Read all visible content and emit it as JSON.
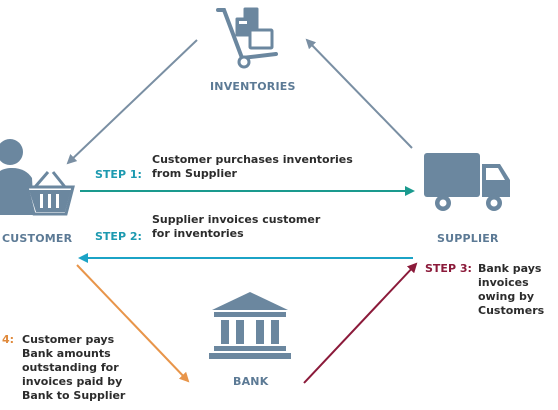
{
  "nodes": {
    "inventories": "INVENTORIES",
    "customer": "CUSTOMER",
    "supplier": "SUPPLIER",
    "bank": "BANK"
  },
  "steps": [
    {
      "tag": "STEP 1:",
      "text_lines": [
        "Customer purchases inventories",
        "from Supplier"
      ],
      "color": "#1d9ab0"
    },
    {
      "tag": "STEP 2:",
      "text_lines": [
        "Supplier invoices customer",
        "for inventories"
      ],
      "color": "#1d9ab0"
    },
    {
      "tag": "STEP 3:",
      "text_lines": [
        "Bank pays",
        "invoices",
        "owing by",
        "Customers"
      ],
      "color": "#8b1a3a"
    },
    {
      "tag": "4:",
      "text_lines": [
        "Customer pays",
        "Bank amounts",
        "outstanding for",
        "invoices paid by",
        "Bank to Supplier"
      ],
      "color": "#e08a3c"
    }
  ],
  "colors": {
    "icon": "#6b879f",
    "label": "#5c7a95",
    "flow_teal": "#1a9a8e",
    "flow_cyan": "#1ba3c6",
    "flow_gray": "#7a8fa3",
    "flow_orange": "#e8954a",
    "flow_maroon": "#8b1a3a"
  },
  "icons": [
    "hand-truck-boxes-icon",
    "person-shopping-basket-icon",
    "delivery-truck-icon",
    "bank-building-icon"
  ]
}
